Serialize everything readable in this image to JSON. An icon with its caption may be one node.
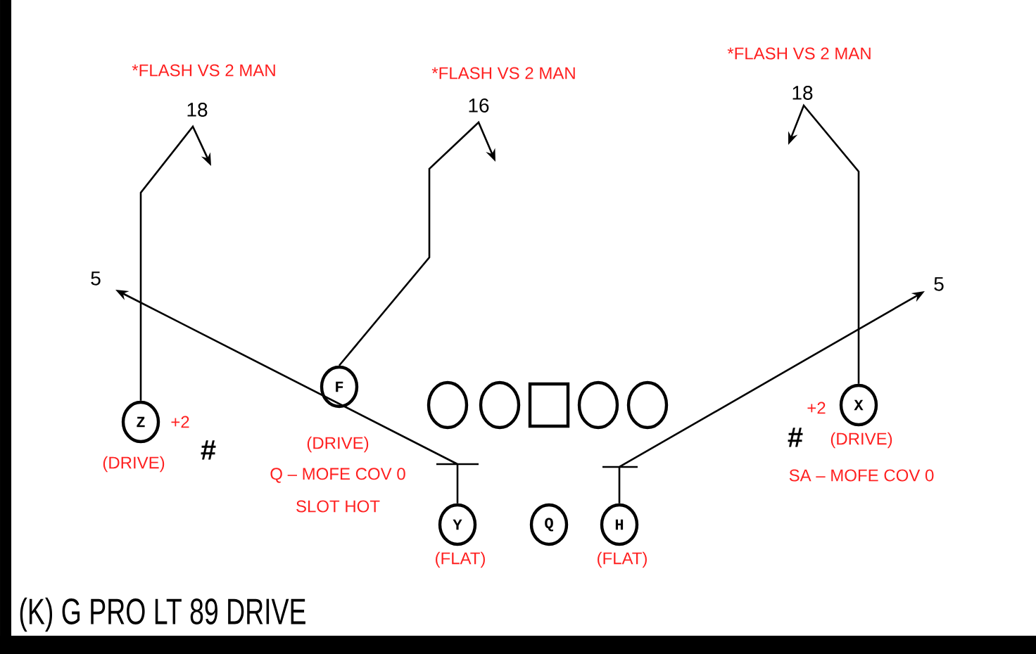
{
  "diagram": {
    "title": "(K) G PRO LT 89 DRIVE",
    "nodes": [
      {
        "text": [
          "Z"
        ],
        "beside": [
          "+2",
          "(DRIVE)"
        ]
      },
      {
        "text": [
          "F"
        ],
        "beside": [
          "(DRIVE)",
          "Q – MOFE COV 0",
          "SLOT HOT"
        ]
      },
      {
        "text": [],
        "shape": "circle"
      },
      {
        "text": [],
        "shape": "circle"
      },
      {
        "text": [],
        "shape": "box"
      },
      {
        "text": [],
        "shape": "circle"
      },
      {
        "text": [],
        "shape": "circle"
      },
      {
        "text": [
          "X"
        ],
        "beside": [
          "+2",
          "(DRIVE)",
          "SA – MOFE COV 0"
        ]
      },
      {
        "text": [
          "Y"
        ],
        "beside": [
          "(FLAT)"
        ]
      },
      {
        "text": [
          "Q"
        ]
      },
      {
        "text": [
          "H"
        ],
        "beside": [
          "(FLAT)"
        ]
      }
    ],
    "edges": [
      {
        "from": 0,
        "to": null,
        "arrow": "to",
        "label": "18"
      },
      {
        "from": 1,
        "to": null,
        "arrow": "to",
        "label": "16"
      },
      {
        "from": 8,
        "to": null,
        "arrow": "to",
        "label": "5"
      },
      {
        "from": 10,
        "to": null,
        "arrow": "to",
        "label": "5"
      },
      {
        "from": 7,
        "to": null,
        "arrow": "to",
        "label": "18"
      }
    ],
    "labels": [
      "*FLASH VS 2 MAN",
      "*FLASH VS 2 MAN",
      "*FLASH VS 2 MAN",
      "#",
      "#"
    ]
  }
}
